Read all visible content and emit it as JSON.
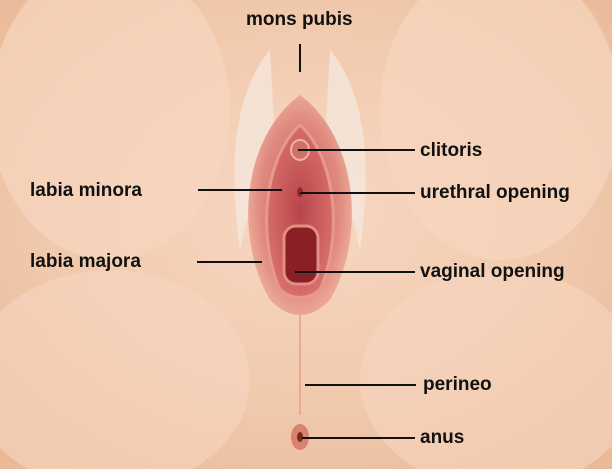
{
  "labels": {
    "mons_pubis": "mons pubis",
    "clitoris": "clitoris",
    "labia_minora": "labia minora",
    "urethral_opening": "urethral opening",
    "labia_majora": "labia majora",
    "vaginal_opening": "vaginal opening",
    "perineo": "perineo",
    "anus": "anus"
  },
  "colors": {
    "skin": "#f2cbb0",
    "skin_light": "#f9dcc6",
    "tissue": "#d8706a",
    "tissue_dark": "#a8353a",
    "leader": "#111111"
  }
}
